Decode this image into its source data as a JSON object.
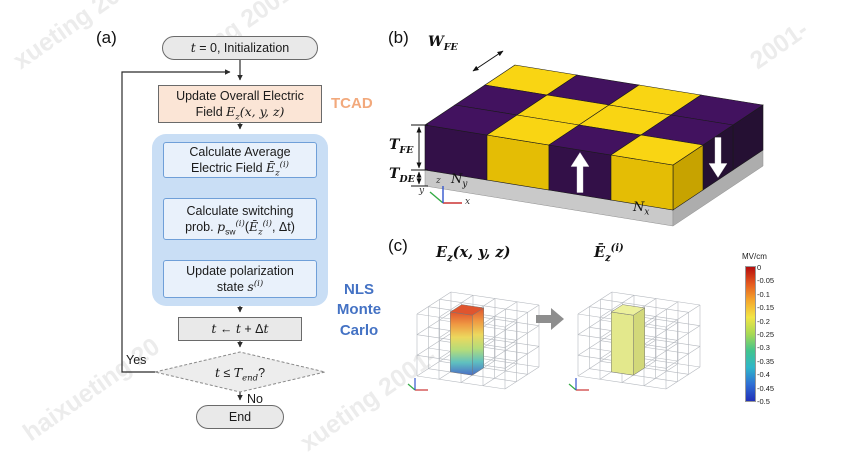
{
  "watermarks": [
    "xueting 20",
    "2001-",
    "haixueting 20",
    "xueting 2001-",
    "ng 2001-"
  ],
  "panel_a": {
    "label": "(a)",
    "start": {
      "t": "t",
      "rest": " = 0, Initialization"
    },
    "tcad_box": {
      "line1": "Update Overall Electric",
      "line2_pre": "Field ",
      "sym": "E",
      "sub": "z",
      "args": "(x, y, z)"
    },
    "tcad_label": "TCAD",
    "tcad_color": "#f2a97c",
    "box_avg": {
      "line1": "Calculate Average",
      "line2_pre": "Electric Field ",
      "sym": "Ē",
      "sub": "z",
      "sup": "(i)"
    },
    "box_prob": {
      "line1": "Calculate switching",
      "line2_pre": "prob. ",
      "p": "p",
      "psub": "sw",
      "psup": "(i)",
      "open": "(",
      "sym": "Ē",
      "sub": "z",
      "sup": "(i)",
      "rest": ", Δt)"
    },
    "box_pol": {
      "line1": "Update polarization",
      "line2_pre": "state ",
      "s": "s",
      "ssup": "(i)"
    },
    "nls1": "NLS",
    "nls2": "Monte Carlo",
    "nls_color": "#4472c4",
    "titer": {
      "t1": "t",
      "a": " ← ",
      "t2": "t",
      "b": " + Δ",
      "t3": "t"
    },
    "decision": {
      "t": "t",
      "le": " ≤ ",
      "T": "T",
      "sub": "end",
      "q": "?"
    },
    "yes": "Yes",
    "no": "No",
    "end": "End"
  },
  "panel_b": {
    "label": "(b)",
    "wfe": {
      "base": "W",
      "sub": "FE"
    },
    "tfe": {
      "base": "T",
      "sub": "FE"
    },
    "tde": {
      "base": "T",
      "sub": "DE"
    },
    "ny": {
      "base": "N",
      "sub": "y"
    },
    "nx": {
      "base": "N",
      "sub": "x"
    },
    "axes": {
      "x": "x",
      "y": "y",
      "z": "z"
    },
    "grid": [
      [
        "Y",
        "P",
        "Y",
        "P"
      ],
      [
        "P",
        "Y",
        "Y",
        "P"
      ],
      [
        "P",
        "Y",
        "P",
        "Y"
      ]
    ],
    "cell_colors": {
      "Y": {
        "top": "#f9d513",
        "front": "#e4bd05",
        "side": "#c7a300"
      },
      "P": {
        "top": "#42125f",
        "front": "#331048",
        "side": "#251033"
      }
    },
    "substrate": {
      "front": "#c9c9c9",
      "side": "#adadad"
    },
    "arrows": {
      "up_col": 2,
      "down_row": 1
    }
  },
  "panel_c": {
    "label": "(c)",
    "title_left": {
      "sym": "E",
      "sub": "z",
      "args": "(x, y, z)"
    },
    "title_right": {
      "sym": "Ē",
      "sub": "z",
      "sup": "(i)"
    },
    "colorbar": {
      "unit": "MV/cm",
      "ticks": [
        "0",
        "-0.05",
        "-0.1",
        "-0.15",
        "-0.2",
        "-0.25",
        "-0.3",
        "-0.35",
        "-0.4",
        "-0.45",
        "-0.5"
      ],
      "stops": [
        "#b50d0d",
        "#e4591f",
        "#f5a72c",
        "#f2e545",
        "#a8d954",
        "#42c48e",
        "#2fb6c9",
        "#2f6fd4",
        "#2230b8"
      ]
    },
    "field_stops": [
      "#e0552e",
      "#ef9a43",
      "#ecd85e",
      "#b4dc7a",
      "#5fc0c0",
      "#4b6ec6"
    ],
    "avg_color": {
      "front": "#e3e88c",
      "side": "#d2d87a",
      "top": "#ecf09c"
    }
  }
}
